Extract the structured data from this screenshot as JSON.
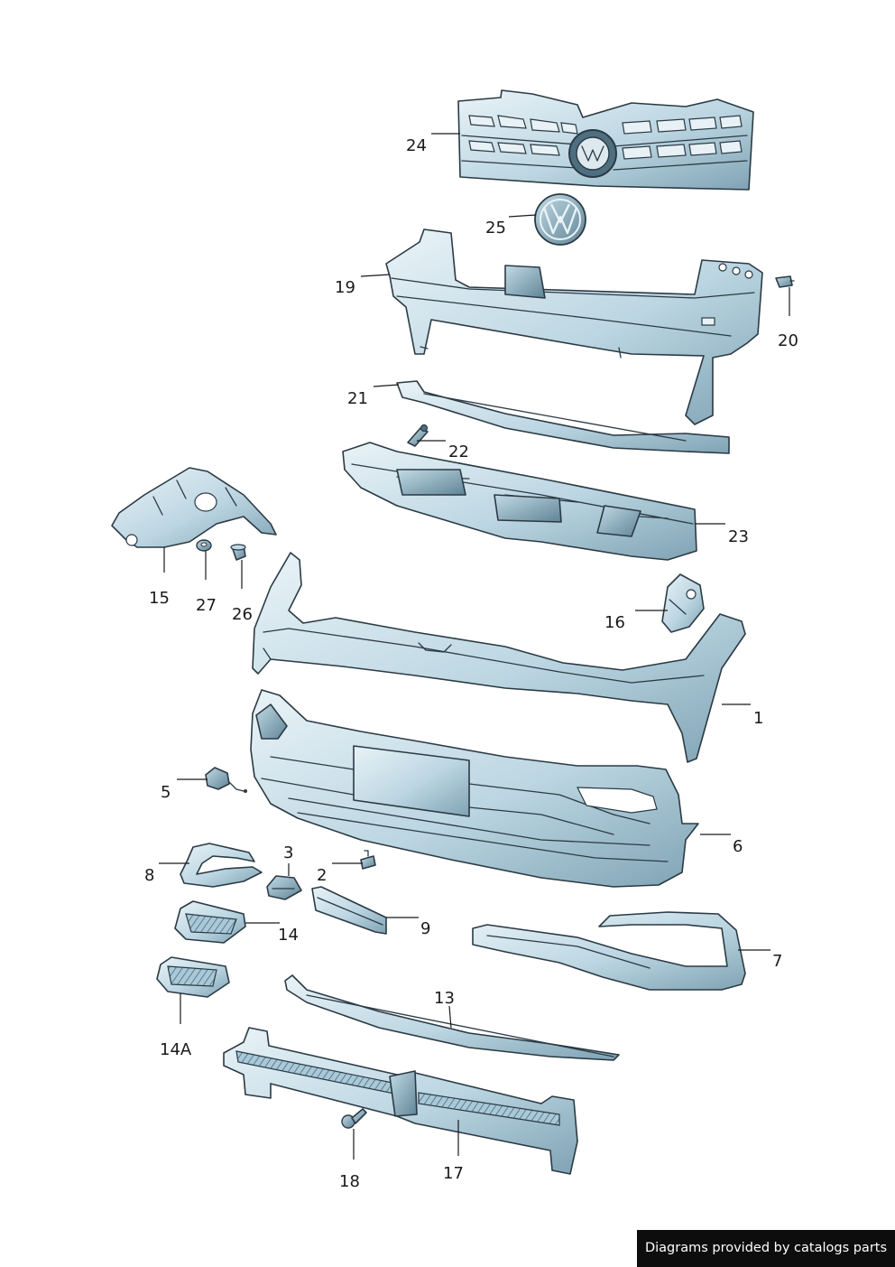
{
  "callouts": {
    "c1": "1",
    "c2": "2",
    "c3": "3",
    "c5": "5",
    "c6": "6",
    "c7": "7",
    "c8": "8",
    "c9": "9",
    "c13": "13",
    "c14": "14",
    "c14a": "14A",
    "c15": "15",
    "c16": "16",
    "c17": "17",
    "c18": "18",
    "c19": "19",
    "c20": "20",
    "c21": "21",
    "c22": "22",
    "c23": "23",
    "c24": "24",
    "c25": "25",
    "c26": "26",
    "c27": "27"
  },
  "footer": {
    "credit": "Diagrams provided by catalogs parts"
  },
  "colors": {
    "part_light": "#e9f3f7",
    "part_mid": "#a9c9d8",
    "part_dark": "#5f8496",
    "outline": "#2b3a44",
    "footer_bg": "#0d0d0d"
  }
}
